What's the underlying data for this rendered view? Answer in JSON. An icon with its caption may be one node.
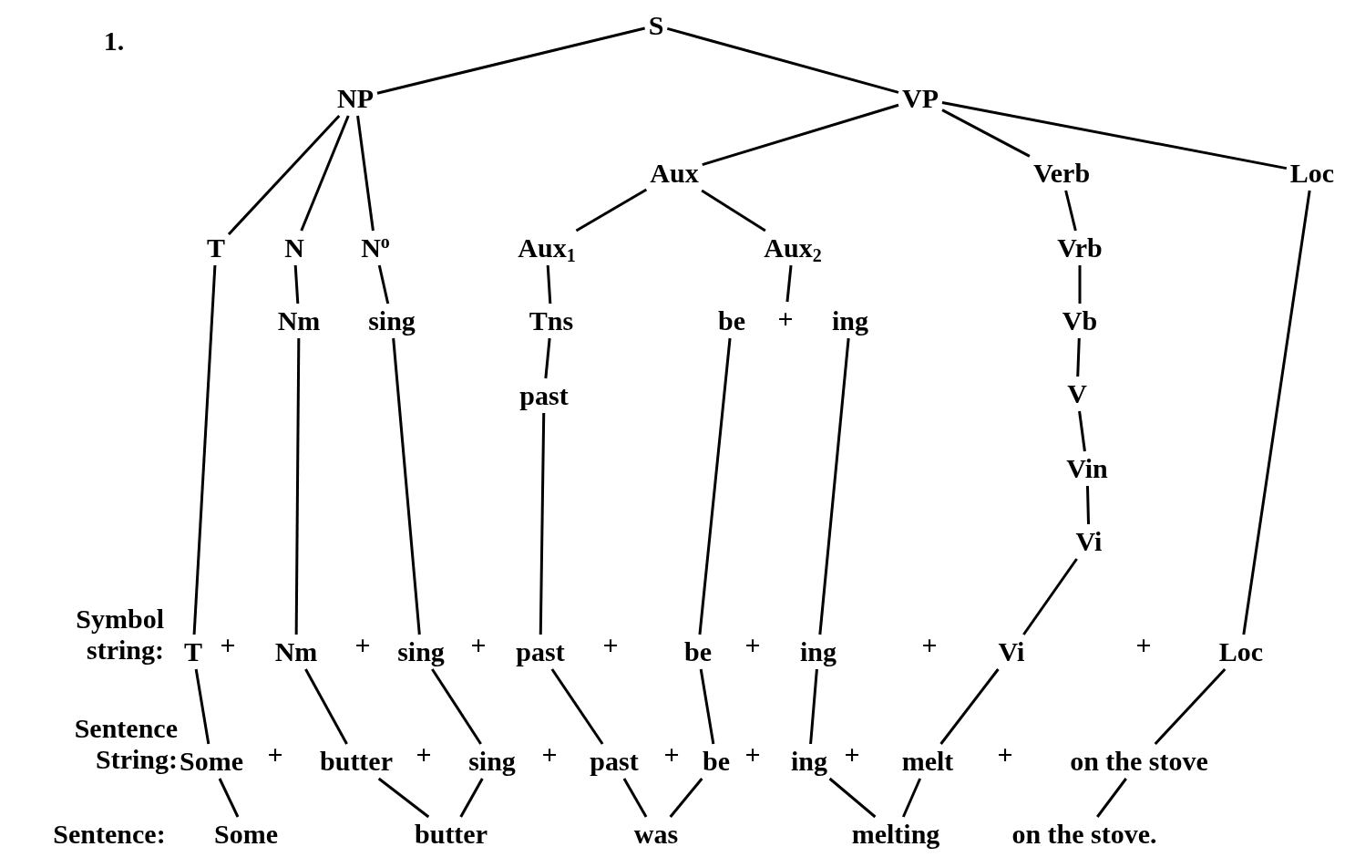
{
  "diagram": {
    "nodes": [
      {
        "text": [
          "S"
        ]
      },
      {
        "text": [
          "NP"
        ]
      },
      {
        "text": [
          "VP"
        ]
      },
      {
        "text": [
          "Aux"
        ]
      },
      {
        "text": [
          "Verb"
        ]
      },
      {
        "text": [
          "Loc"
        ]
      },
      {
        "text": [
          "T"
        ]
      },
      {
        "text": [
          "N"
        ]
      },
      {
        "text": [
          "N$^{o}$"
        ]
      },
      {
        "text": [
          "Aux$_{1}$"
        ]
      },
      {
        "text": [
          "Aux$_{2}$"
        ]
      },
      {
        "text": [
          "Vrb"
        ]
      },
      {
        "text": [
          "Nm"
        ]
      },
      {
        "text": [
          "sing"
        ]
      },
      {
        "text": [
          "Tns"
        ]
      },
      {
        "text": [
          "be"
        ]
      },
      {
        "text": [
          "+"
        ]
      },
      {
        "text": [
          "ing"
        ]
      },
      {
        "text": [
          "Vb"
        ]
      },
      {
        "text": [
          "past"
        ]
      },
      {
        "text": [
          "V"
        ]
      },
      {
        "text": [
          "Vin"
        ]
      },
      {
        "text": [
          "Vi"
        ]
      },
      {
        "text": [
          "T"
        ]
      },
      {
        "text": [
          "Nm"
        ]
      },
      {
        "text": [
          "sing"
        ]
      },
      {
        "text": [
          "past"
        ]
      },
      {
        "text": [
          "be"
        ]
      },
      {
        "text": [
          "ing"
        ]
      },
      {
        "text": [
          "Vi"
        ]
      },
      {
        "text": [
          "Loc"
        ]
      },
      {
        "text": [
          "Some"
        ]
      },
      {
        "text": [
          "butter"
        ]
      },
      {
        "text": [
          "sing"
        ]
      },
      {
        "text": [
          "past"
        ]
      },
      {
        "text": [
          "be"
        ]
      },
      {
        "text": [
          "ing"
        ]
      },
      {
        "text": [
          "melt"
        ]
      },
      {
        "text": [
          "on the stove"
        ]
      },
      {
        "text": [
          "Some"
        ]
      },
      {
        "text": [
          "butter"
        ]
      },
      {
        "text": [
          "was"
        ]
      },
      {
        "text": [
          "melting"
        ]
      },
      {
        "text": [
          "on the stove."
        ]
      }
    ],
    "edges": [
      {
        "from": 0,
        "to": 1,
        "arrow": "none"
      },
      {
        "from": 0,
        "to": 2,
        "arrow": "none"
      },
      {
        "from": 1,
        "to": 6,
        "arrow": "none"
      },
      {
        "from": 1,
        "to": 7,
        "arrow": "none"
      },
      {
        "from": 1,
        "to": 8,
        "arrow": "none"
      },
      {
        "from": 2,
        "to": 3,
        "arrow": "none"
      },
      {
        "from": 2,
        "to": 4,
        "arrow": "none"
      },
      {
        "from": 2,
        "to": 5,
        "arrow": "none"
      },
      {
        "from": 3,
        "to": 9,
        "arrow": "none"
      },
      {
        "from": 3,
        "to": 10,
        "arrow": "none"
      },
      {
        "from": 4,
        "to": 11,
        "arrow": "none"
      },
      {
        "from": 7,
        "to": 12,
        "arrow": "none"
      },
      {
        "from": 8,
        "to": 13,
        "arrow": "none"
      },
      {
        "from": 9,
        "to": 14,
        "arrow": "none"
      },
      {
        "from": 10,
        "to": 16,
        "arrow": "none"
      },
      {
        "from": 11,
        "to": 18,
        "arrow": "none"
      },
      {
        "from": 14,
        "to": 19,
        "arrow": "none"
      },
      {
        "from": 18,
        "to": 20,
        "arrow": "none"
      },
      {
        "from": 20,
        "to": 21,
        "arrow": "none"
      },
      {
        "from": 21,
        "to": 22,
        "arrow": "none"
      },
      {
        "from": 6,
        "to": 23,
        "arrow": "none"
      },
      {
        "from": 12,
        "to": 24,
        "arrow": "none"
      },
      {
        "from": 13,
        "to": 25,
        "arrow": "none"
      },
      {
        "from": 19,
        "to": 26,
        "arrow": "none"
      },
      {
        "from": 15,
        "to": 27,
        "arrow": "none"
      },
      {
        "from": 17,
        "to": 28,
        "arrow": "none"
      },
      {
        "from": 22,
        "to": 29,
        "arrow": "none"
      },
      {
        "from": 5,
        "to": 30,
        "arrow": "none"
      },
      {
        "from": 23,
        "to": 31,
        "arrow": "none"
      },
      {
        "from": 24,
        "to": 32,
        "arrow": "none"
      },
      {
        "from": 25,
        "to": 33,
        "arrow": "none"
      },
      {
        "from": 26,
        "to": 34,
        "arrow": "none"
      },
      {
        "from": 27,
        "to": 35,
        "arrow": "none"
      },
      {
        "from": 28,
        "to": 36,
        "arrow": "none"
      },
      {
        "from": 29,
        "to": 37,
        "arrow": "none"
      },
      {
        "from": 30,
        "to": 38,
        "arrow": "none"
      },
      {
        "from": 31,
        "to": 39,
        "arrow": "none"
      },
      {
        "from": 32,
        "to": 40,
        "arrow": "none"
      },
      {
        "from": 33,
        "to": 40,
        "arrow": "none"
      },
      {
        "from": 34,
        "to": 41,
        "arrow": "none"
      },
      {
        "from": 35,
        "to": 41,
        "arrow": "none"
      },
      {
        "from": 36,
        "to": 42,
        "arrow": "none"
      },
      {
        "from": 37,
        "to": 42,
        "arrow": "none"
      },
      {
        "from": 38,
        "to": 43,
        "arrow": "none"
      }
    ],
    "labels": [
      "1.",
      "Symbol string:",
      "+",
      "+",
      "+",
      "+",
      "+",
      "+",
      "+",
      "Sentence String:",
      "+",
      "+",
      "+",
      "+",
      "+",
      "+",
      "+",
      "Sentence:"
    ]
  }
}
